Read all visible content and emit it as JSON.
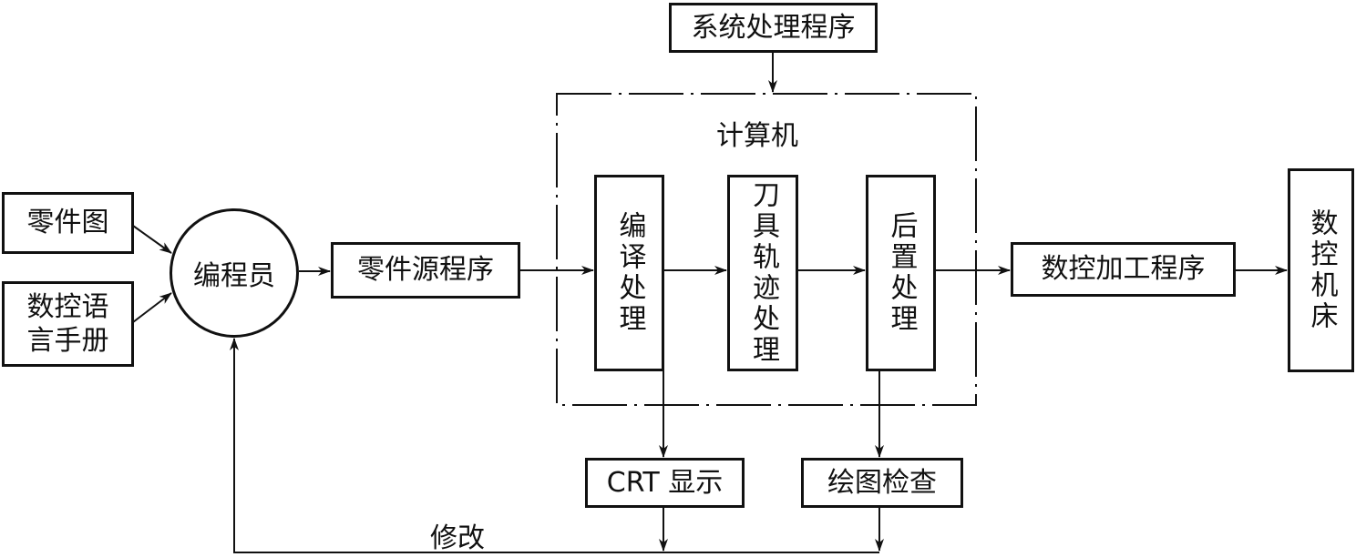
{
  "diagram": {
    "system_program": "系统处理程序",
    "computer_label": "计算机",
    "part_drawing": "零件图",
    "language_manual": "数控语\n言手册",
    "programmer": "编程员",
    "part_source_program": "零件源程序",
    "compile_process": "编译处理",
    "tool_path_process": "刀具轨迹处理",
    "post_process": "后置处理",
    "nc_program": "数控加工程序",
    "nc_machine": "数控机床",
    "crt_display": "CRT 显示",
    "plot_check": "绘图检查",
    "modify_label": "修改"
  }
}
